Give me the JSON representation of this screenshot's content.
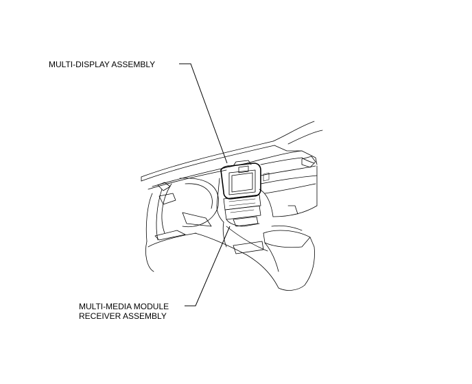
{
  "labels": {
    "multi_display": "MULTI-DISPLAY ASSEMBLY",
    "multi_media_line1": "MULTI-MEDIA MODULE",
    "multi_media_line2": "RECEIVER ASSEMBLY"
  }
}
